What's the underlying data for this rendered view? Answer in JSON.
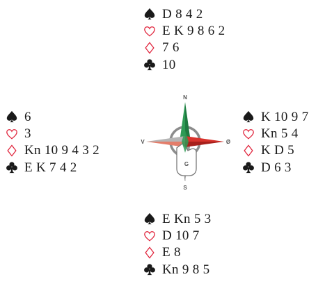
{
  "hands": {
    "north": {
      "spades": "D 8 4 2",
      "hearts": "E K 9 8 6 2",
      "diamonds": "7 6",
      "clubs": "10"
    },
    "west": {
      "spades": "6",
      "hearts": "3",
      "diamonds": "Kn 10 9 4 3 2",
      "clubs": "E K 7 4 2"
    },
    "east": {
      "spades": "K 10 9 7",
      "hearts": "Kn 5 4",
      "diamonds": "K D 5",
      "clubs": "D 6 3"
    },
    "south": {
      "spades": "E Kn 5 3",
      "hearts": "D 10 7",
      "diamonds": "E 8",
      "clubs": "Kn 9 8 5"
    }
  },
  "compass": {
    "north": "N",
    "south": "S",
    "east": "Ø",
    "west": "V",
    "center": "G"
  },
  "colors": {
    "black_suit": "#1a1a1a",
    "red_suit": "#e0223a",
    "compass_green": "#2e9a55",
    "compass_red": "#d8322c",
    "compass_gray": "#7a7a7a"
  },
  "icons": {
    "spades": "spade-icon",
    "hearts": "heart-icon",
    "diamonds": "diamond-icon",
    "clubs": "club-icon"
  }
}
